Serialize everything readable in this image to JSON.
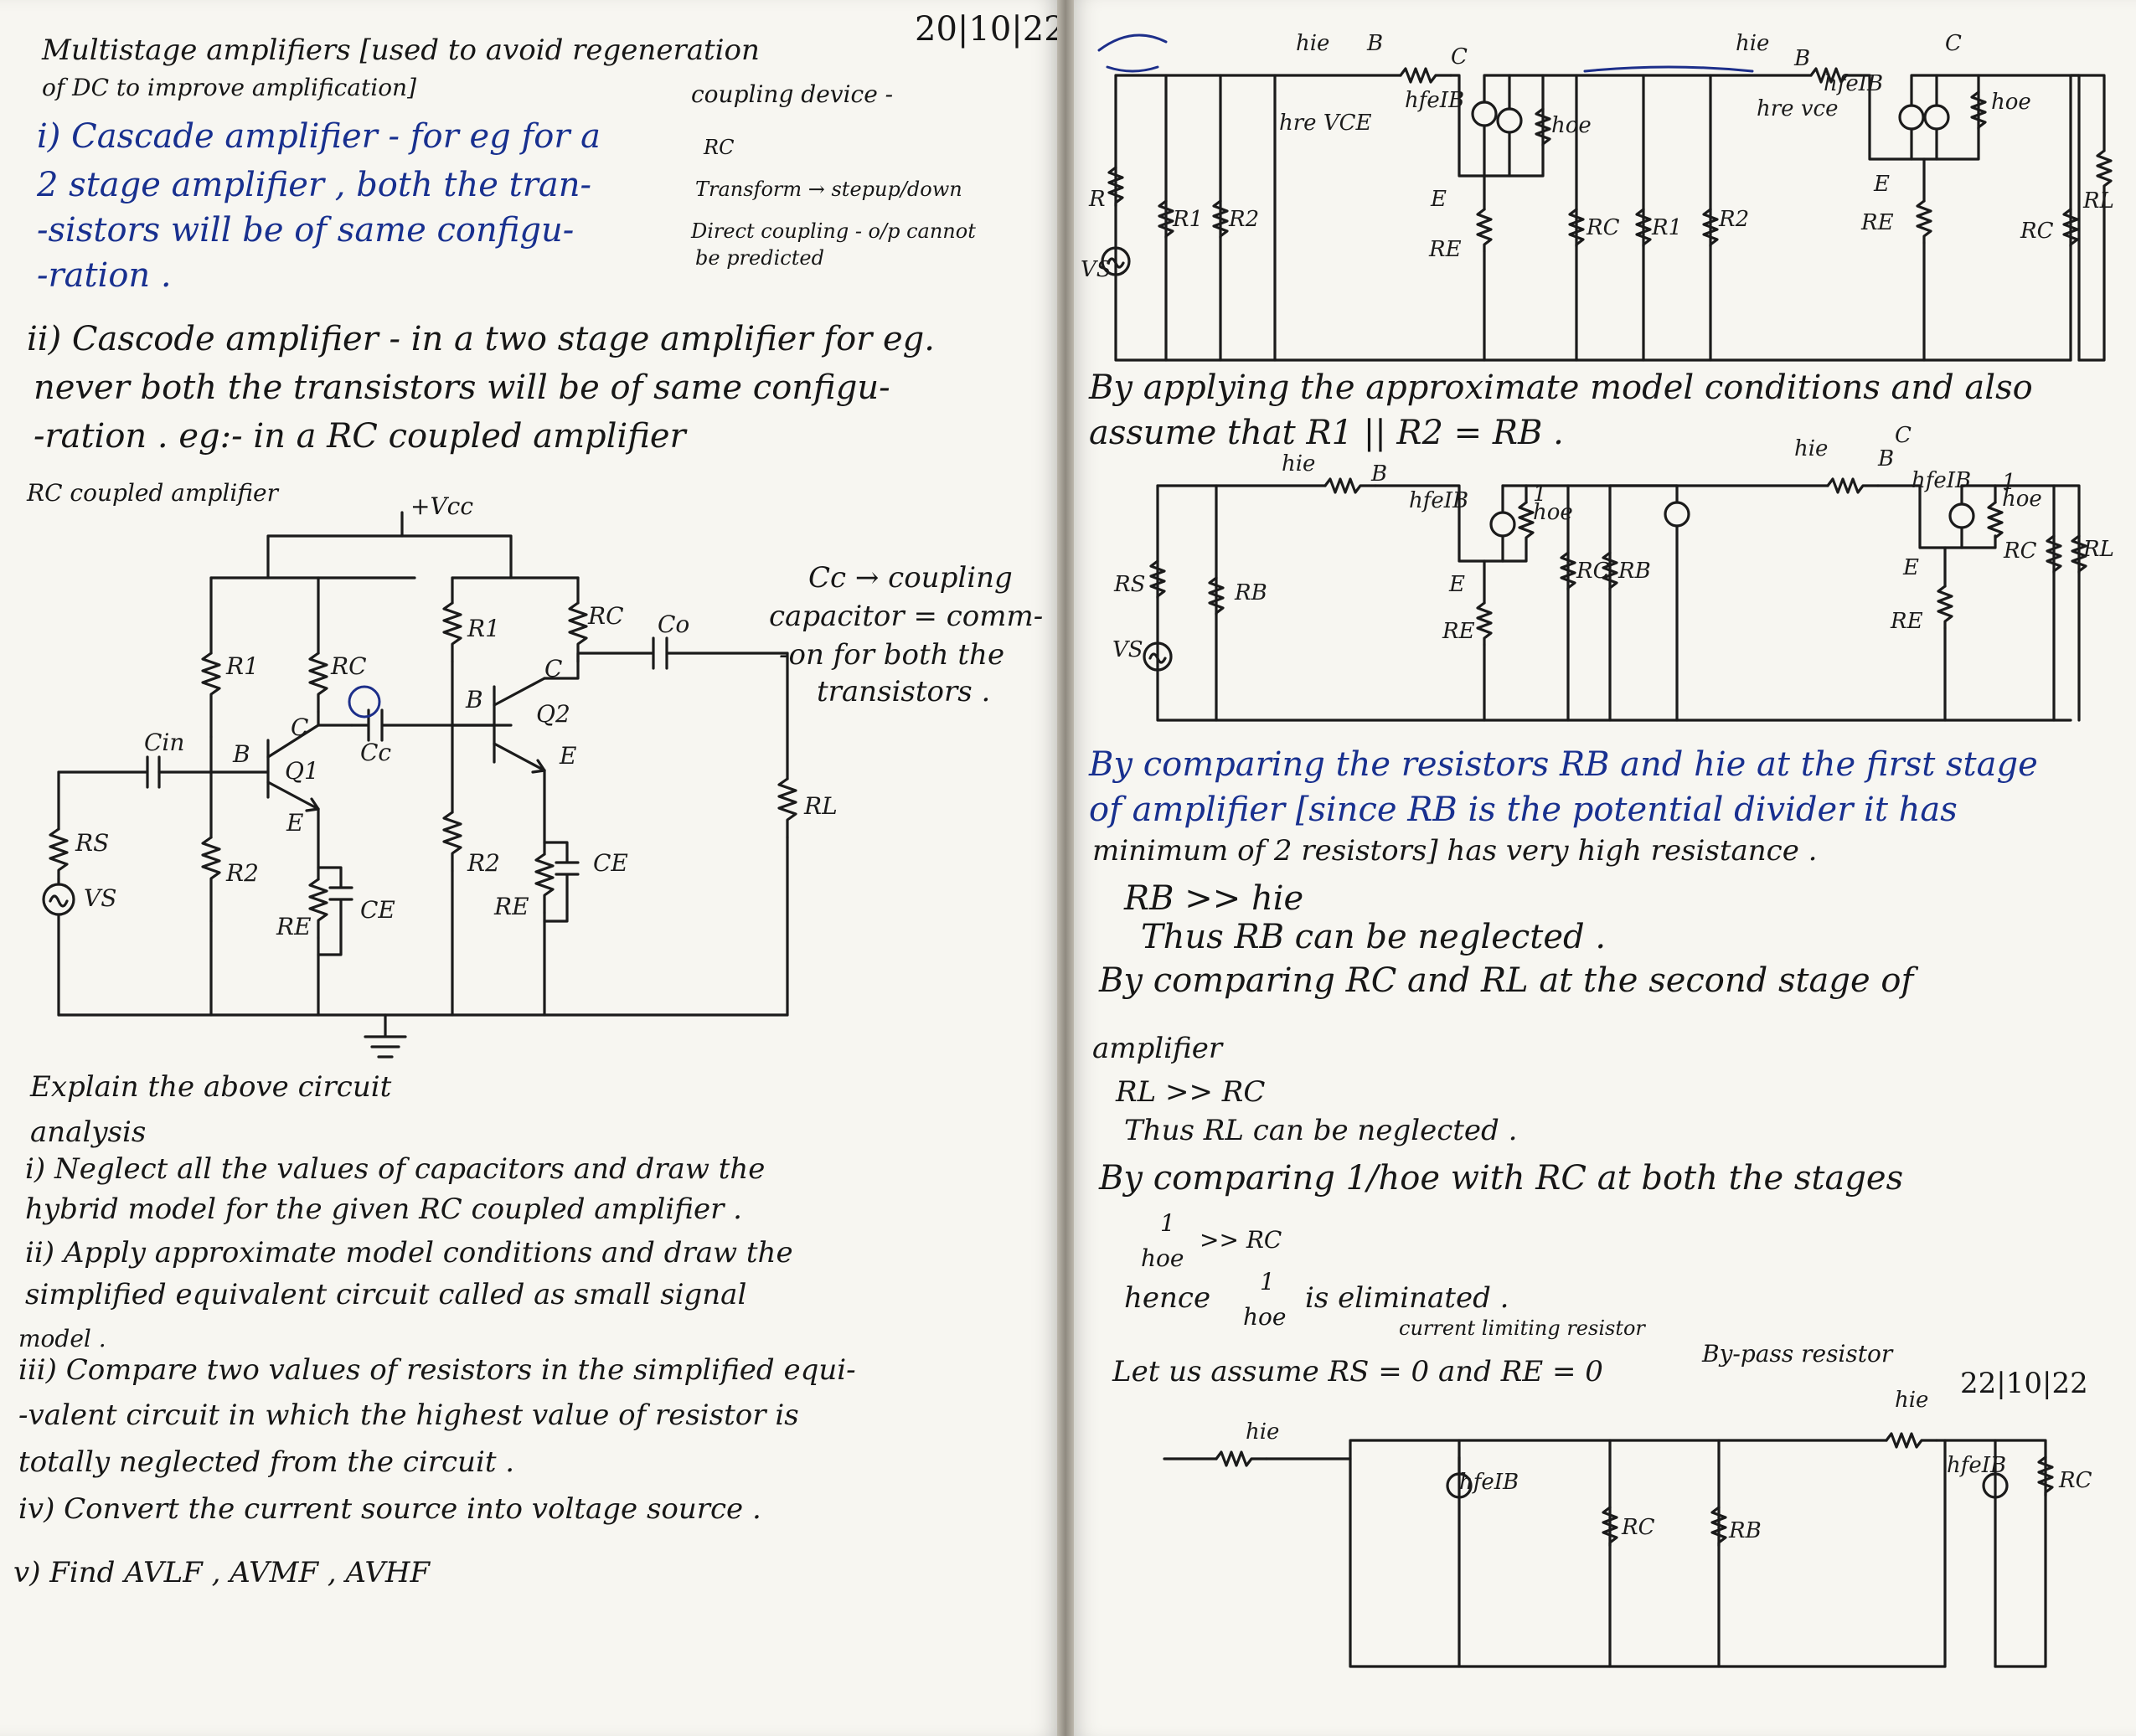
{
  "left": {
    "date": "20|10|22",
    "lines": [
      "Multistage amplifiers [used to avoid regeneration",
      "of DC to improve amplification]",
      "coupling device -",
      "i) Cascade amplifier - for eg for a",
      "RC",
      "2 stage amplifier , both the tran-",
      "Transform → stepup/down",
      "-sistors will be of same configu-",
      "Direct coupling - o/p cannot",
      "be predicted",
      "-ration .",
      "ii) Cascode amplifier - in a two stage amplifier for eg.",
      "never both the transistors will be of same configu-",
      "-ration . eg:- in a RC coupled amplifier",
      "RC coupled amplifier",
      "+Vcc",
      "Cc → coupling",
      "capacitor = comm-",
      "-on for both the",
      "transistors .",
      "Explain the above circuit",
      "analysis",
      "i) Neglect all the values of capacitors and draw the",
      "hybrid model for the given RC coupled amplifier .",
      "ii) Apply approximate model conditions and draw the",
      "simplified equivalent circuit called as small signal",
      "model .",
      "iii) Compare two values of resistors in the simplified equi-",
      "-valent circuit in which the highest value of resistor is",
      "totally neglected from the circuit .",
      "iv) Convert the current source into voltage source .",
      "v) Find AVLF , AVMF , AVHF"
    ],
    "circuit_labels": [
      "R1",
      "RC",
      "Cin",
      "B",
      "Q1",
      "C",
      "E",
      "Cc",
      "R2",
      "RE",
      "CE",
      "RS",
      "VS",
      "R1",
      "RC",
      "Co",
      "B",
      "Q2",
      "C",
      "E",
      "R2",
      "RE",
      "CE",
      "RL"
    ]
  },
  "right": {
    "date": "22|10|22",
    "circuit1_labels": [
      "R",
      "VS",
      "R1",
      "R2",
      "hie",
      "B",
      "hre VCE",
      "hfeIB",
      "C",
      "hoe",
      "E",
      "RE",
      "RC",
      "R1",
      "R2",
      "hie",
      "B",
      "hre vce",
      "hfeIB",
      "C",
      "hoe",
      "E",
      "RE",
      "RC",
      "RL"
    ],
    "text1": [
      "By applying the approximate model conditions and also",
      "assume that R1 || R2 = RB ."
    ],
    "circuit2_labels": [
      "hie",
      "B",
      "hfeIB",
      "1",
      "hoe",
      "RS",
      "RB",
      "VS",
      "E",
      "RE",
      "RC",
      "RB",
      "hie",
      "B",
      "hfeIB",
      "C",
      "1",
      "hoe",
      "E",
      "RE",
      "RC",
      "RL"
    ],
    "text2": [
      "By comparing the resistors RB and hie at the first stage",
      "of amplifier [since RB is the potential divider it has",
      "minimum of 2 resistors] has very high resistance .",
      "RB >> hie",
      "Thus RB can be neglected .",
      "By comparing RC and RL at the second stage of",
      "amplifier",
      "RL >> RC",
      "Thus RL can be neglected .",
      "By comparing 1/hoe with RC at both the stages",
      "1",
      "hoe",
      ">> RC",
      "hence",
      "1",
      "hoe",
      "is eliminated .",
      "current limiting resistor",
      "Let us assume RS = 0 and RE = 0",
      "By-pass resistor"
    ],
    "circuit3_labels": [
      "hie",
      "hfeIB",
      "RC",
      "RB",
      "hie",
      "hfeIB",
      "RC"
    ]
  }
}
